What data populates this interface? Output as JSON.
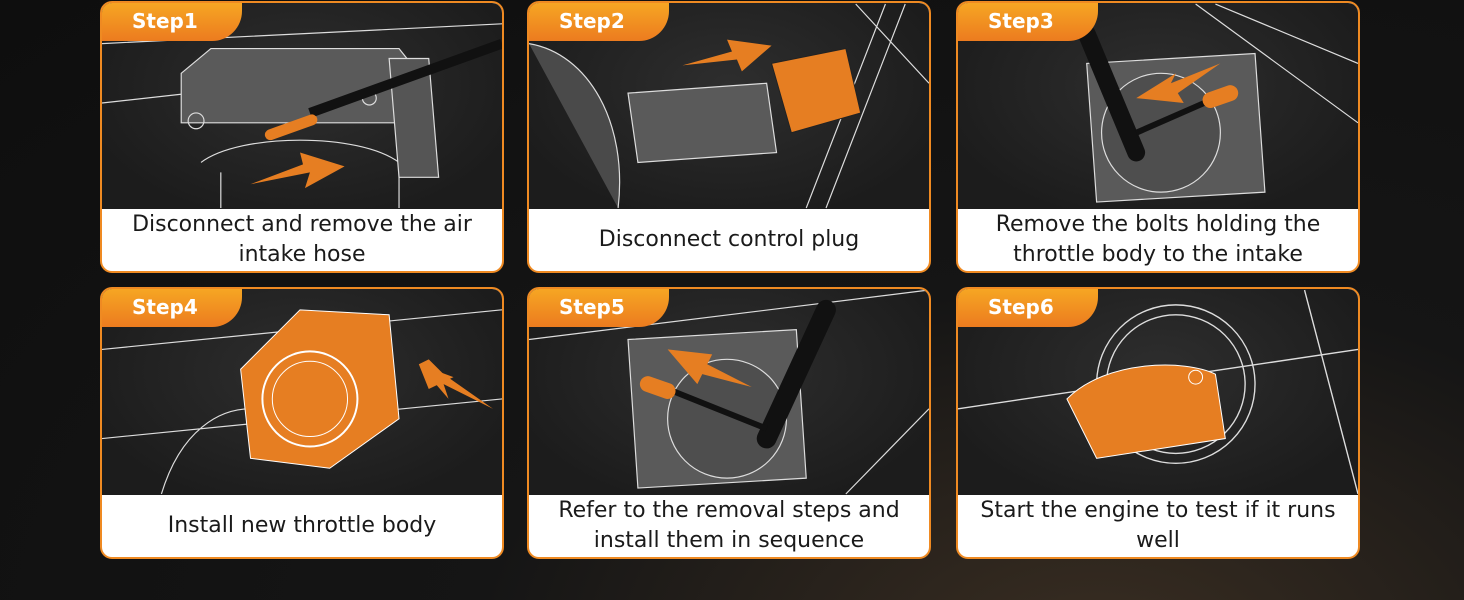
{
  "colors": {
    "accent": "#ef8a22",
    "tab_top": "#f6a623",
    "tab_bottom": "#ec7b1f"
  },
  "steps": [
    {
      "label": "Step1",
      "caption": "Disconnect and remove the air intake hose"
    },
    {
      "label": "Step2",
      "caption": "Disconnect control plug"
    },
    {
      "label": "Step3",
      "caption": "Remove the bolts holding the throttle body to the intake"
    },
    {
      "label": "Step4",
      "caption": "Install new throttle body"
    },
    {
      "label": "Step5",
      "caption": "Refer to the removal steps and install them in sequence"
    },
    {
      "label": "Step6",
      "caption": "Start the engine to test if it runs well"
    }
  ]
}
